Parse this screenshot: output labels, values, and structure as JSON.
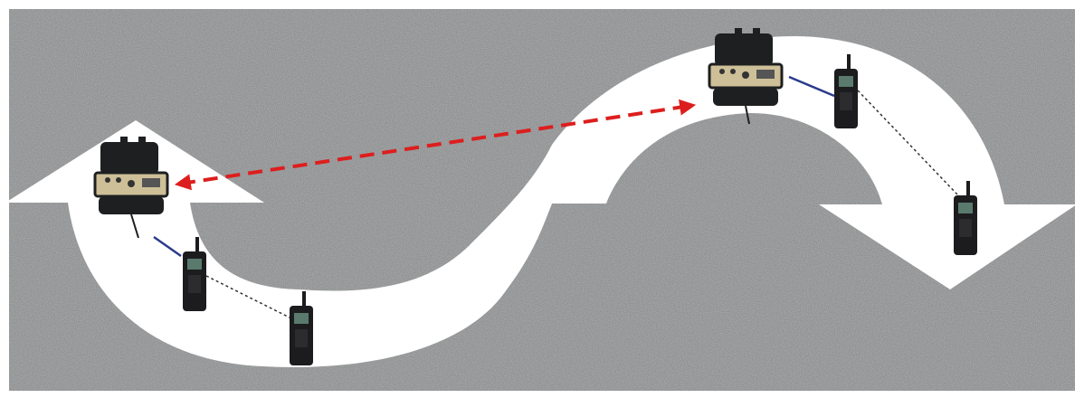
{
  "colors": {
    "background": "#8f9091",
    "frame": "#ffffff",
    "path_arrow": "#ffffff",
    "radio_link": "#dd1e1e",
    "wired_link": "#2b3a8c",
    "dotted_link": "#333333",
    "device_case": "#1e1f21",
    "device_panel": "#cdbf97",
    "handset_body": "#1c1c1e",
    "handset_screen": "#5a7a6e"
  },
  "legend": {
    "base_station_icon": "rugged-repeater-case",
    "handset_icon": "portable-two-way-radio",
    "long_link": "dashed-red-double-arrow",
    "cable_link": "solid-blue",
    "handset_link": "dotted-black"
  }
}
